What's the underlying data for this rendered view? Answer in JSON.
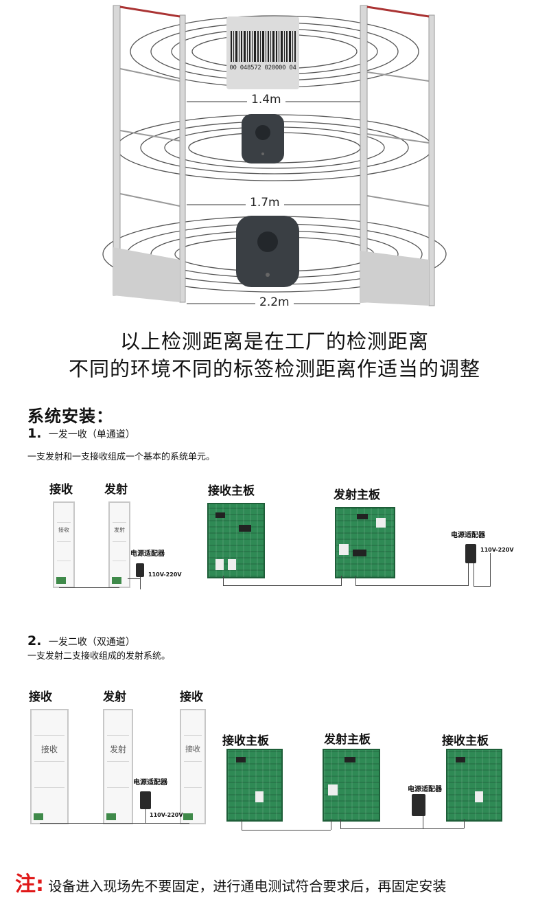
{
  "hero": {
    "tag_barcode": "00 048572 020000 04",
    "distances": [
      "1.4m",
      "1.7m",
      "2.2m"
    ]
  },
  "caption": {
    "line1": "以上检测距离是在工厂的检测距离",
    "line2": "不同的环境不同的标签检测距离作适当的调整"
  },
  "install": {
    "heading": "系统安装：",
    "step1": {
      "num": "1.",
      "title": "一发一收（单通道）",
      "desc": "一支发射和一支接收组成一个基本的系统单元。",
      "labels": {
        "receive": "接收",
        "transmit": "发射",
        "rx_board": "接收主板",
        "tx_board": "发射主板",
        "adapter": "电源适配器",
        "voltage": "110V-220V"
      },
      "antenna_text": {
        "receive": "接收",
        "transmit": "发射"
      }
    },
    "step2": {
      "num": "2.",
      "title": "一发二收（双通道）",
      "desc": "一支发射二支接收组成的发射系统。",
      "labels": {
        "receive1": "接收",
        "transmit": "发射",
        "receive2": "接收",
        "rx_board1": "接收主板",
        "tx_board": "发射主板",
        "rx_board2": "接收主板",
        "adapter": "电源适配器",
        "voltage": "110V-220V"
      },
      "antenna_text": {
        "receive1": "接收",
        "transmit": "发射",
        "receive2": "接收"
      }
    }
  },
  "note": {
    "mark": "注:",
    "text": "设备进入现场先不要固定，进行通电测试符合要求后，再固定安装"
  },
  "colors": {
    "note_mark": "#e01818",
    "board_green": "#2f8a55",
    "antenna_frame": "#c7c7c7"
  }
}
